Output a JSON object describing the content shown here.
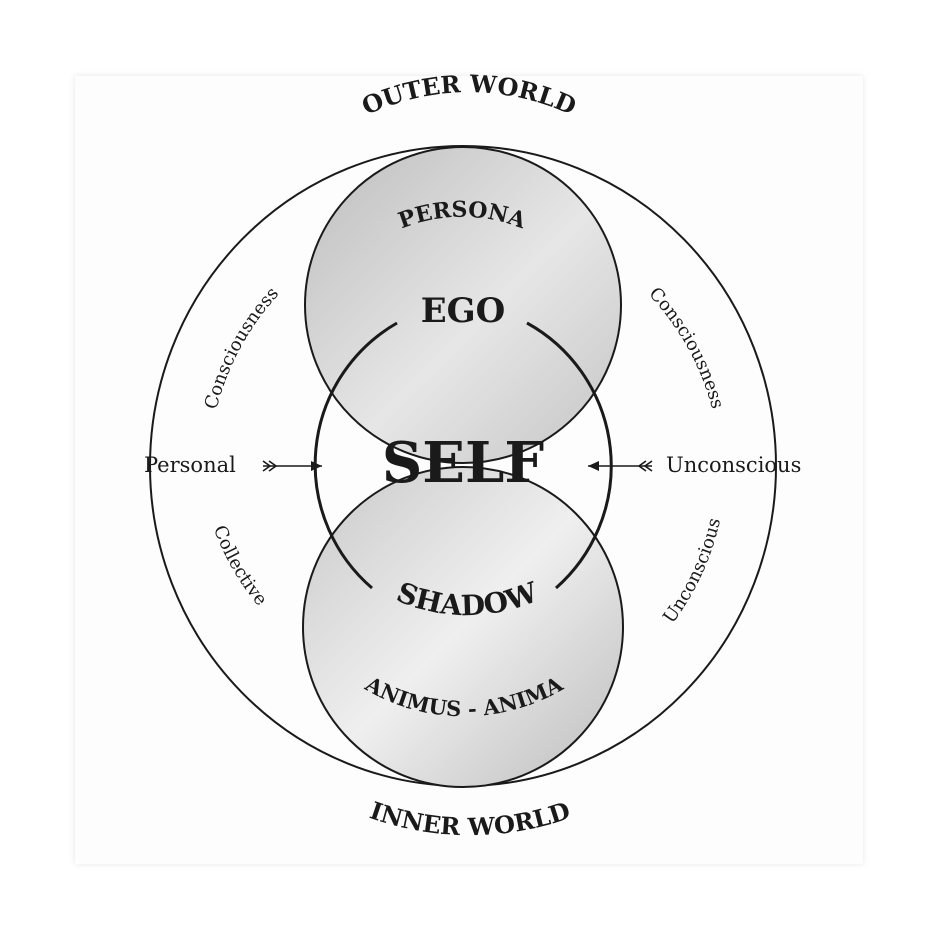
{
  "diagram": {
    "outer_world": "OUTER WORLD",
    "inner_world": "INNER WORLD",
    "persona": "PERSONA",
    "ego": "EGO",
    "self": "SELF",
    "shadow": "SHADOW",
    "animus_anima": "ANIMUS - ANIMA",
    "personal": "Personal",
    "unconscious": "Unconscious",
    "left_arc_upper": "Consciousness",
    "left_arc_lower": "Collective",
    "right_arc_upper": "Consciousness",
    "right_arc_lower": "Unconscious"
  },
  "colors": {
    "ink": "#1a1a1a",
    "circle_fill_light": "#eeeeee",
    "circle_fill_dark": "#b9b9b9"
  }
}
